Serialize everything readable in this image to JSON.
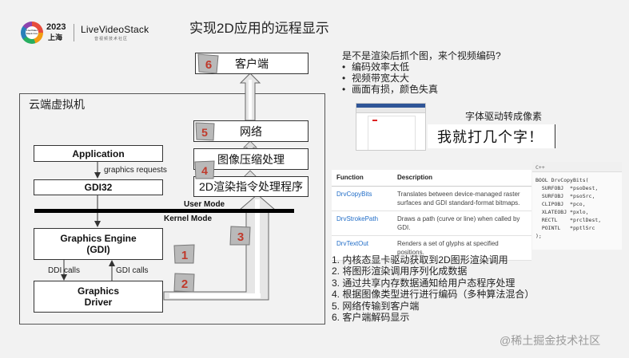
{
  "logo": {
    "badge_text": "LiveVideo Stack Con",
    "year": "2023",
    "city": "上海",
    "brand": "LiveVideoStack",
    "tagline": "音视频技术社区"
  },
  "title": "实现2D应用的远程显示",
  "diagram": {
    "client": "客户端",
    "vm_label": "云端虚拟机",
    "network": "网络",
    "compress": "图像压缩处理",
    "render_cmd": "2D渲染指令处理程序",
    "application": "Application",
    "graphics_requests": "graphics requests",
    "gdi32": "GDI32",
    "user_mode": "User Mode",
    "kernel_mode": "Kernel Mode",
    "graphics_engine_line1": "Graphics Engine",
    "graphics_engine_line2": "(GDI)",
    "ddi_calls": "DDI calls",
    "gdi_calls": "GDI calls",
    "driver_line1": "Graphics",
    "driver_line2": "Driver",
    "badges": [
      "6",
      "5",
      "4",
      "3",
      "1",
      "2"
    ]
  },
  "right": {
    "question": "是不是渲染后抓个图，来个视频编码?",
    "bullets": [
      "编码效率太低",
      "视频带宽太大",
      "画面有损，颜色失真"
    ],
    "font_title": "字体驱动转成像素",
    "font_demo": "我就打几个字！"
  },
  "gdi_table": {
    "headers": [
      "Function",
      "Description"
    ],
    "rows": [
      {
        "fn": "DrvCopyBits",
        "desc": "Translates between device-managed raster surfaces and GDI standard-format bitmaps."
      },
      {
        "fn": "DrvStrokePath",
        "desc": "Draws a path (curve or line) when called by GDI."
      },
      {
        "fn": "DrvTextOut",
        "desc": "Renders a set of glyphs at specified positions."
      }
    ]
  },
  "code": {
    "lang": "C++",
    "lines": [
      "BOOL DrvCopyBits(",
      "  SURFOBJ  *psoDest,",
      "  SURFOBJ  *psoSrc,",
      "  CLIPOBJ  *pco,",
      "  XLATEOBJ *pxlo,",
      "  RECTL    *prclDest,",
      "  POINTL   *pptlSrc",
      ");"
    ]
  },
  "steps": [
    "1.  内核态显卡驱动获取到2D图形渲染调用",
    "2.  将图形渲染调用序列化成数据",
    "3.  通过共享内存数据通知给用户态程序处理",
    "4.  根据图像类型进行进行编码（多种算法混合）",
    "5.  网络传输到客户端",
    "6.  客户端解码显示"
  ],
  "watermark": "@稀土掘金技术社区"
}
